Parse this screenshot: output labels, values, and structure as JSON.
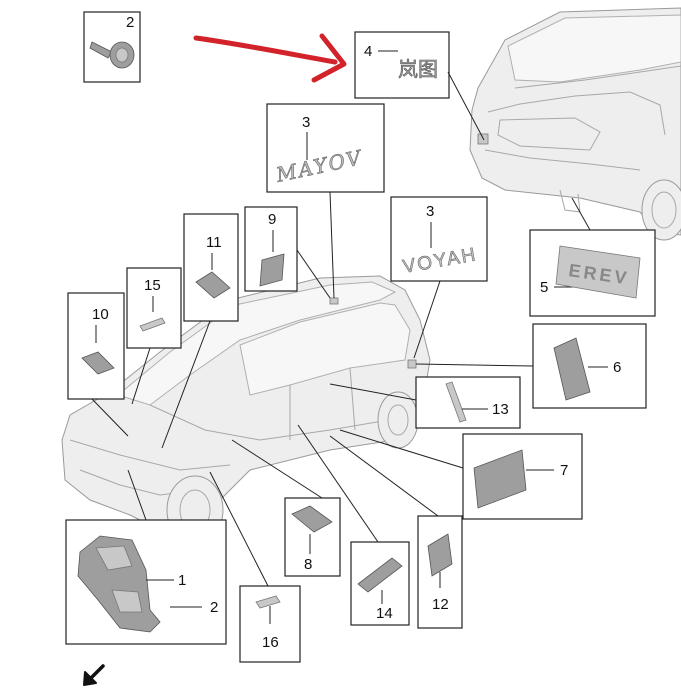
{
  "callouts": {
    "n1": "1",
    "n2_top": "2",
    "n2_bottom": "2",
    "n3_upper": "3",
    "n3_lower": "3",
    "n4": "4",
    "n5": "5",
    "n6": "6",
    "n7": "7",
    "n8": "8",
    "n9": "9",
    "n10": "10",
    "n11": "11",
    "n12": "12",
    "n13": "13",
    "n14": "14",
    "n15": "15",
    "n16": "16"
  },
  "badges": {
    "model_script": "MAYOV",
    "brand_wordmark": "VOYAH",
    "chinese_badge": "岚图",
    "plate_text": "EREV"
  },
  "colors": {
    "arrow": "#d2232a",
    "part_fill": "#9e9e9e",
    "car_body": "#eeeeee"
  },
  "icons": {
    "indicator_arrow": "arrow-icon",
    "direction_arrow": "direction-arrow-icon"
  }
}
